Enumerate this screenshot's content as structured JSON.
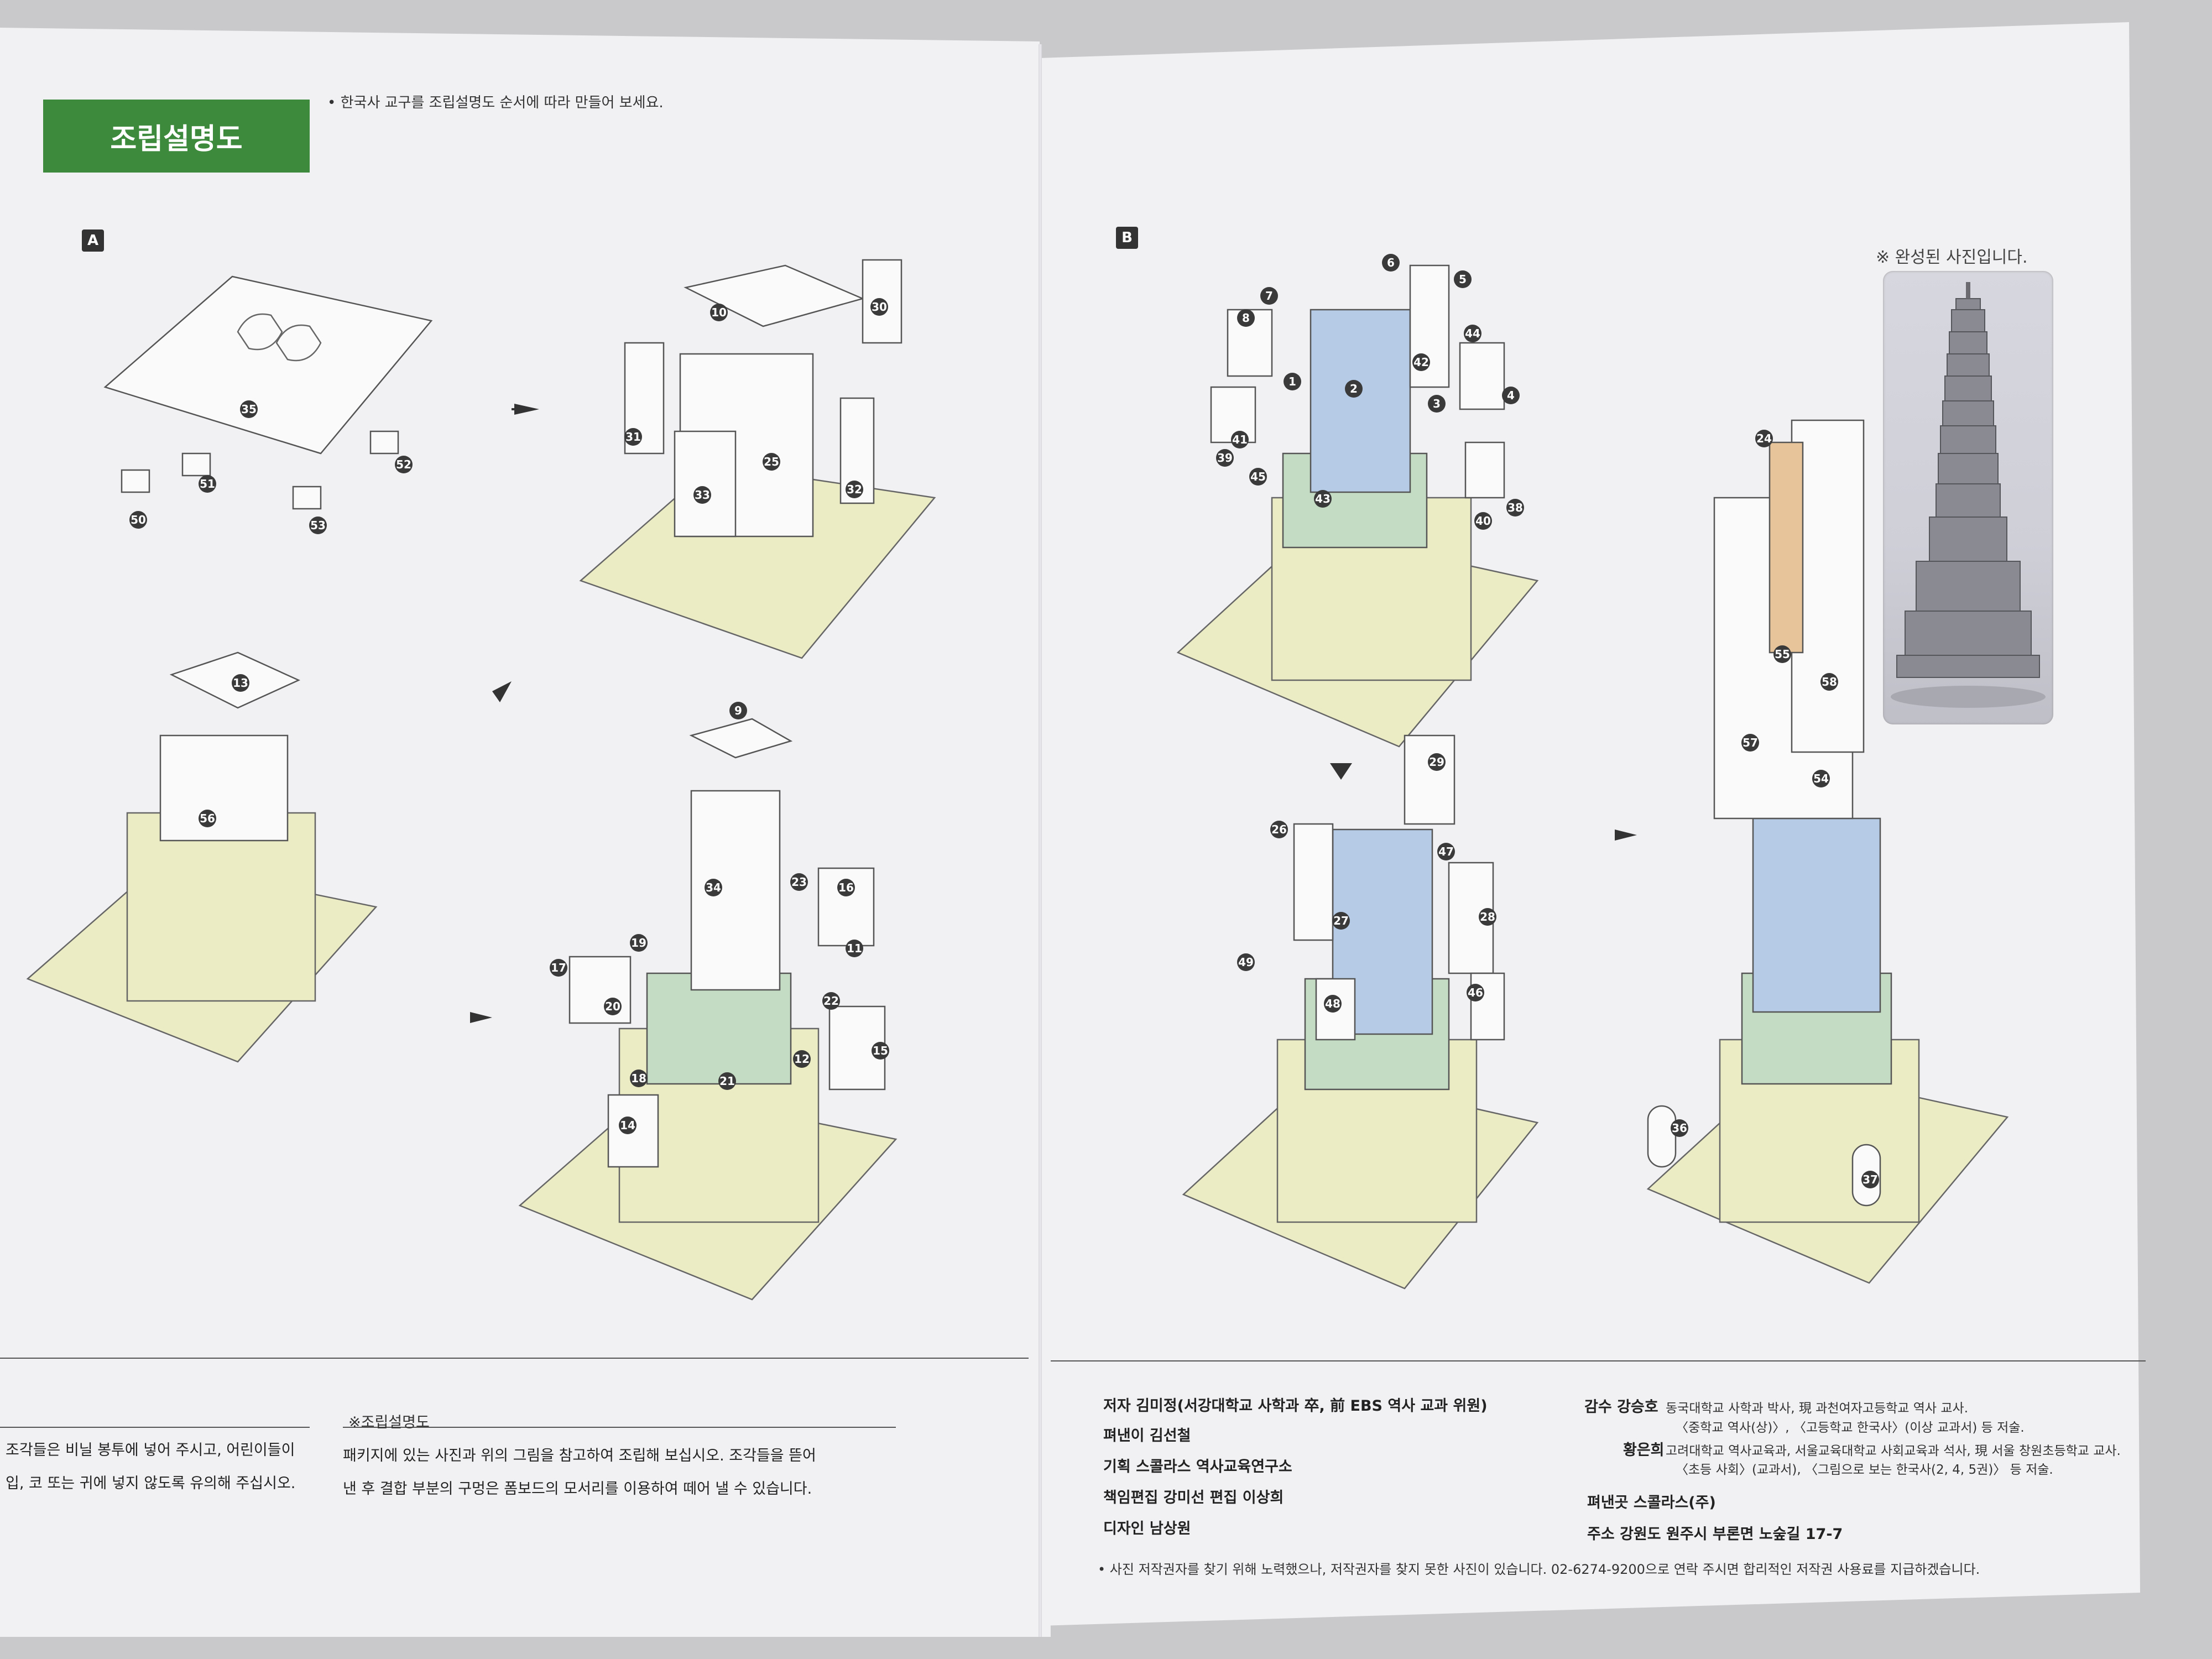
{
  "header": {
    "title": "조립설명도",
    "intro": "• 한국사 교구를 조립설명도 순서에 따라 만들어 보세요."
  },
  "sections": {
    "a": "A",
    "b": "B"
  },
  "photo_note": "※ 완성된 사진입니다.",
  "diagram_labels": {
    "step1": [
      "35",
      "50",
      "51",
      "53",
      "52"
    ],
    "step2": [
      "10",
      "30",
      "31",
      "25",
      "33",
      "32"
    ],
    "step3": [
      "13",
      "56"
    ],
    "step4": [
      "9",
      "34",
      "23",
      "16",
      "11",
      "19",
      "17",
      "20",
      "22",
      "12",
      "15",
      "18",
      "21",
      "14"
    ],
    "step5": [
      "6",
      "5",
      "7",
      "8",
      "44",
      "42",
      "1",
      "2",
      "4",
      "3",
      "41",
      "39",
      "45",
      "43",
      "38",
      "40"
    ],
    "step6": [
      "29",
      "26",
      "47",
      "27",
      "28",
      "49",
      "48",
      "46"
    ],
    "step7": [
      "24",
      "55",
      "58",
      "57",
      "54",
      "36",
      "37"
    ]
  },
  "footer": {
    "caution_line1": "조각들은 비닐 봉투에 넣어 주시고, 어린이들이",
    "caution_line2": "입, 코 또는 귀에 넣지 않도록 유의해 주십시오.",
    "assembly_title": "※조립설명도",
    "assembly_line1": "패키지에 있는 사진과 위의 그림을 참고하여 조립해 보십시오. 조각들을 뜯어",
    "assembly_line2": "낸 후 결합 부분의 구멍은 폼보드의 모서리를 이용하여 떼어 낼 수 있습니다.",
    "credit_author": "저자 김미정(서강대학교 사학과 卒, 前 EBS 역사 교과 위원)",
    "credit_publisher": "펴낸이 김선철",
    "credit_plan": "기획 스콜라스 역사교육연구소",
    "credit_editor": "책임편집 강미선   편집 이상희",
    "credit_design": "디자인 남상원",
    "supervisor1": "감수 강승호",
    "supervisor1_desc1": "동국대학교 사학과 박사, 現 과천여자고등학교 역사 교사.",
    "supervisor1_desc2": "〈중학교 역사(상)〉, 〈고등학교 한국사〉(이상 교과서) 등 저술.",
    "supervisor2": "황은희",
    "supervisor2_desc1": "고려대학교 역사교육과, 서울교육대학교 사회교육과 석사, 現 서울 창원초등학교 교사.",
    "supervisor2_desc2": "〈초등 사회〉(교과서), 〈그림으로 보는 한국사(2, 4, 5권)〉 등 저술.",
    "publisher_place": "펴낸곳 스콜라스(주)",
    "address": "주소 강원도 원주시 부론면 노숲길 17-7",
    "copyright": "• 사진 저작권자를 찾기 위해 노력했으나, 저작권자를 찾지 못한 사진이 있습니다. 02-6274-9200으로 연락 주시면 합리적인 저작권 사용료를 지급하겠습니다."
  },
  "colors": {
    "green_header": "#3d8a3d",
    "base_yellow": "#ebebc4",
    "part_green": "#c5dcc4",
    "part_blue": "#b5cbe6",
    "part_orange": "#e8c49a"
  }
}
